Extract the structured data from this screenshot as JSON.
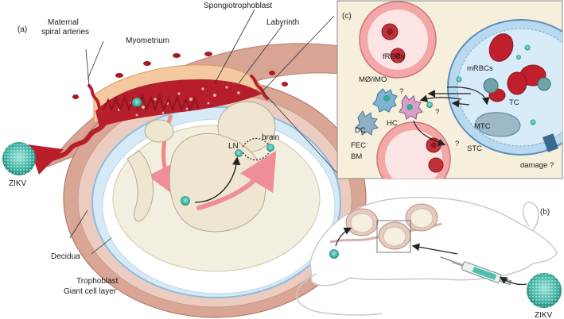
{
  "panels": {
    "a": "(a)",
    "b": "(b)",
    "c": "(c)"
  },
  "labels": {
    "maternal_spiral_arteries_1": "Maternal",
    "maternal_spiral_arteries_2": "spiral arteries",
    "myometrium": "Myometrium",
    "spongiotrophoblast": "Spongiotrophoblast",
    "labyrinth": "Labyrinth",
    "ln": "LN",
    "brain": "brain",
    "decidua": "Decidua",
    "trophoblast_1": "Trophoblast",
    "trophoblast_2": "Giant cell layer",
    "zikv_left": "ZIKV",
    "zikv_right": "ZIKV"
  },
  "inset": {
    "frbcs": "fRBCs",
    "mrbcs": "mRBCs",
    "mo_imo": "MØ/iMO",
    "dc": "DC",
    "hc": "HC",
    "tc": "TC",
    "mtc": "MTC",
    "stc": "STC",
    "fec": "FEC",
    "bm": "BM",
    "damage": "damage ?",
    "q1": "?",
    "q2": "?",
    "q3": "?"
  },
  "colors": {
    "virus": "#4fc0b0",
    "maternal_blood": "#b81f2a",
    "fetal_vessel": "#f08a8a",
    "trophoblast_blue": "#cfe4f3",
    "decidua": "#e8c7b8",
    "myometrium": "#d9a89a"
  }
}
